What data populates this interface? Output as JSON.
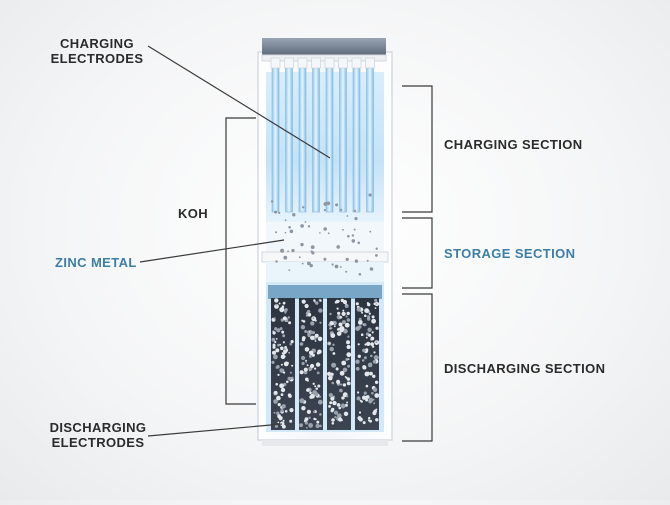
{
  "colors": {
    "text": "#2b2b2b",
    "accent": "#3d7ea6",
    "electrolyte": "#bfe0f7",
    "cap": "#7d8898"
  },
  "labels": {
    "charging_electrodes": "CHARGING\nELECTRODES",
    "koh": "KOH",
    "zinc_metal": "ZINC METAL",
    "discharging_electrodes": "DISCHARGING\nELECTRODES",
    "charging_section": "CHARGING SECTION",
    "storage_section": "STORAGE SECTION",
    "discharging_section": "DISCHARGING SECTION"
  }
}
